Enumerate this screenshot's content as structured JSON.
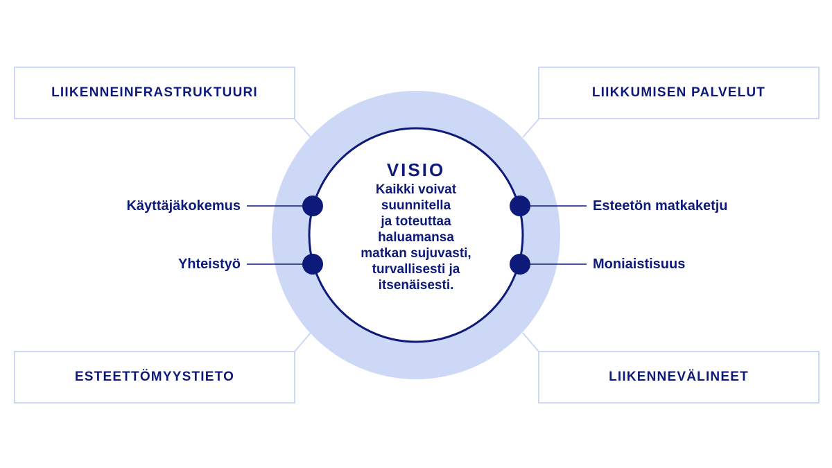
{
  "colors": {
    "navy": "#0d1a7a",
    "ring": "#cdd8f6",
    "box_border": "#cdd8f6",
    "background": "#ffffff"
  },
  "corners": {
    "top_left": "LIIKENNEINFRASTRUKTUURI",
    "top_right": "LIIKKUMISEN PALVELUT",
    "bottom_left": "ESTEETTÖMYYSTIETO",
    "bottom_right": "LIIKENNEVÄLINEET"
  },
  "factors": {
    "left_upper": "Käyttäjäkokemus",
    "left_lower": "Yhteistyö",
    "right_upper": "Esteetön matkaketju",
    "right_lower": "Moniaistisuus"
  },
  "vision": {
    "title": "VISIO",
    "lines": [
      "Kaikki voivat",
      "suunnitella",
      "ja toteuttaa",
      "haluamansa",
      "matkan sujuvasti,",
      "turvallisesti ja",
      "itsenäisesti."
    ]
  }
}
